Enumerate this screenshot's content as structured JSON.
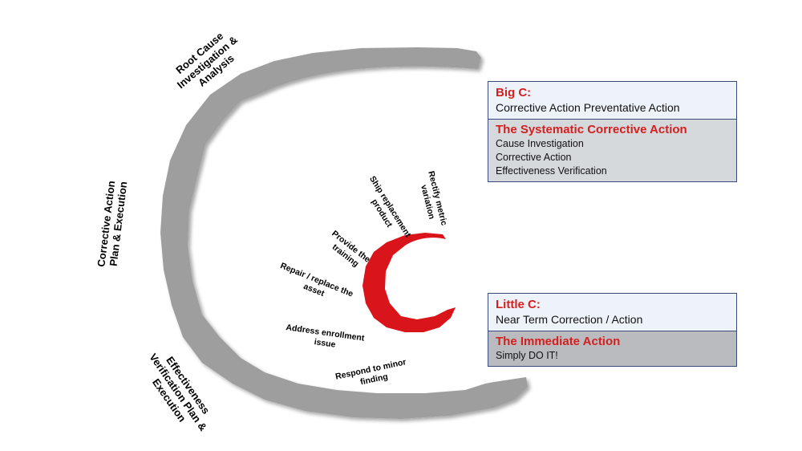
{
  "outer_labels": {
    "root_cause": [
      "Root Cause",
      "Investigation &",
      "Analysis"
    ],
    "corrective_plan": [
      "Corrective Action",
      "Plan & Execution"
    ],
    "effectiveness": [
      "Effectiveness",
      "Verification Plan &",
      "Execution"
    ]
  },
  "inner_labels": {
    "rectify": [
      "Rectify metric",
      "variation"
    ],
    "ship": [
      "Ship replacement",
      "product"
    ],
    "provide": [
      "Provide the",
      "training"
    ],
    "repair": [
      "Repair / replace the",
      "asset"
    ],
    "address": [
      "Address enrollment",
      "issue"
    ],
    "respond": [
      "Respond to minor",
      "finding"
    ]
  },
  "big_c": {
    "title": "Big C:",
    "subtitle": "Corrective Action Preventative Action",
    "heading": "The Systematic Corrective Action",
    "items": [
      "Cause Investigation",
      "Corrective Action",
      "Effectiveness Verification"
    ]
  },
  "little_c": {
    "title": "Little C:",
    "subtitle": "Near Term Correction / Action",
    "heading": "The Immediate Action",
    "item": "Simply DO IT!"
  },
  "colors": {
    "big_c_ring": "#9e9e9e",
    "little_c_ring": "#d9141a",
    "accent_text": "#d41f1f",
    "box_border": "#3a4a7a"
  }
}
